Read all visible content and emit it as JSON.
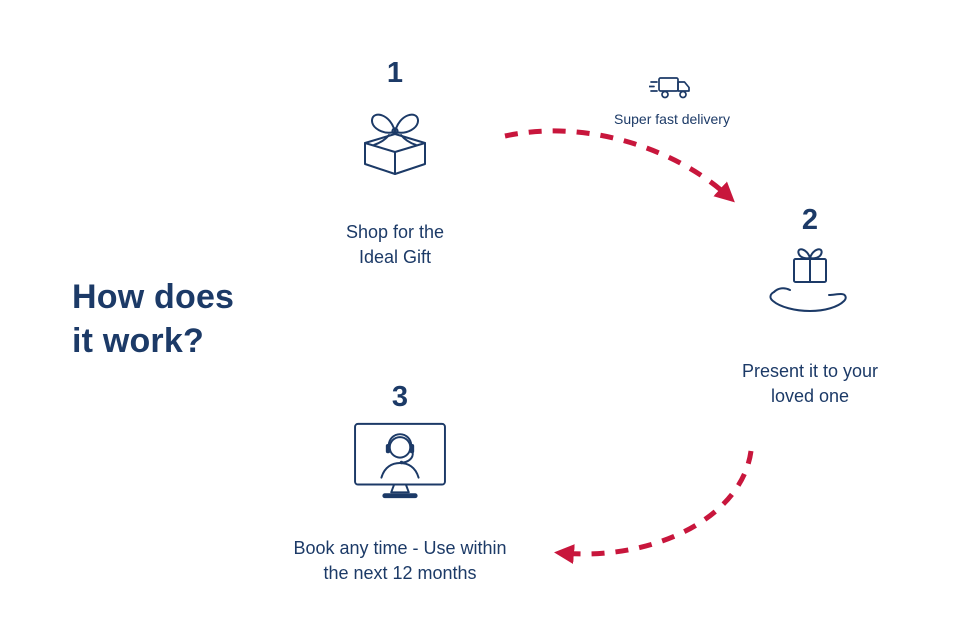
{
  "title": {
    "lines": [
      "How does",
      "it work?"
    ]
  },
  "steps": [
    {
      "number": "1",
      "icon": "gift-icon",
      "label_lines": [
        "Shop for the",
        "Ideal Gift"
      ]
    },
    {
      "number": "2",
      "icon": "hand-gift-icon",
      "label_lines": [
        "Present it to your",
        "loved one"
      ]
    },
    {
      "number": "3",
      "icon": "support-monitor-icon",
      "label_lines": [
        "Book any time - Use within",
        "the next 12 months"
      ]
    }
  ],
  "delivery": {
    "icon": "truck-icon",
    "label": "Super fast delivery"
  },
  "arrows": [
    {
      "name": "arrow-step1-to-step2"
    },
    {
      "name": "arrow-step2-to-step3"
    }
  ],
  "colors": {
    "navy": "#1c3a67",
    "red": "#c8163c",
    "background": "#ffffff"
  }
}
